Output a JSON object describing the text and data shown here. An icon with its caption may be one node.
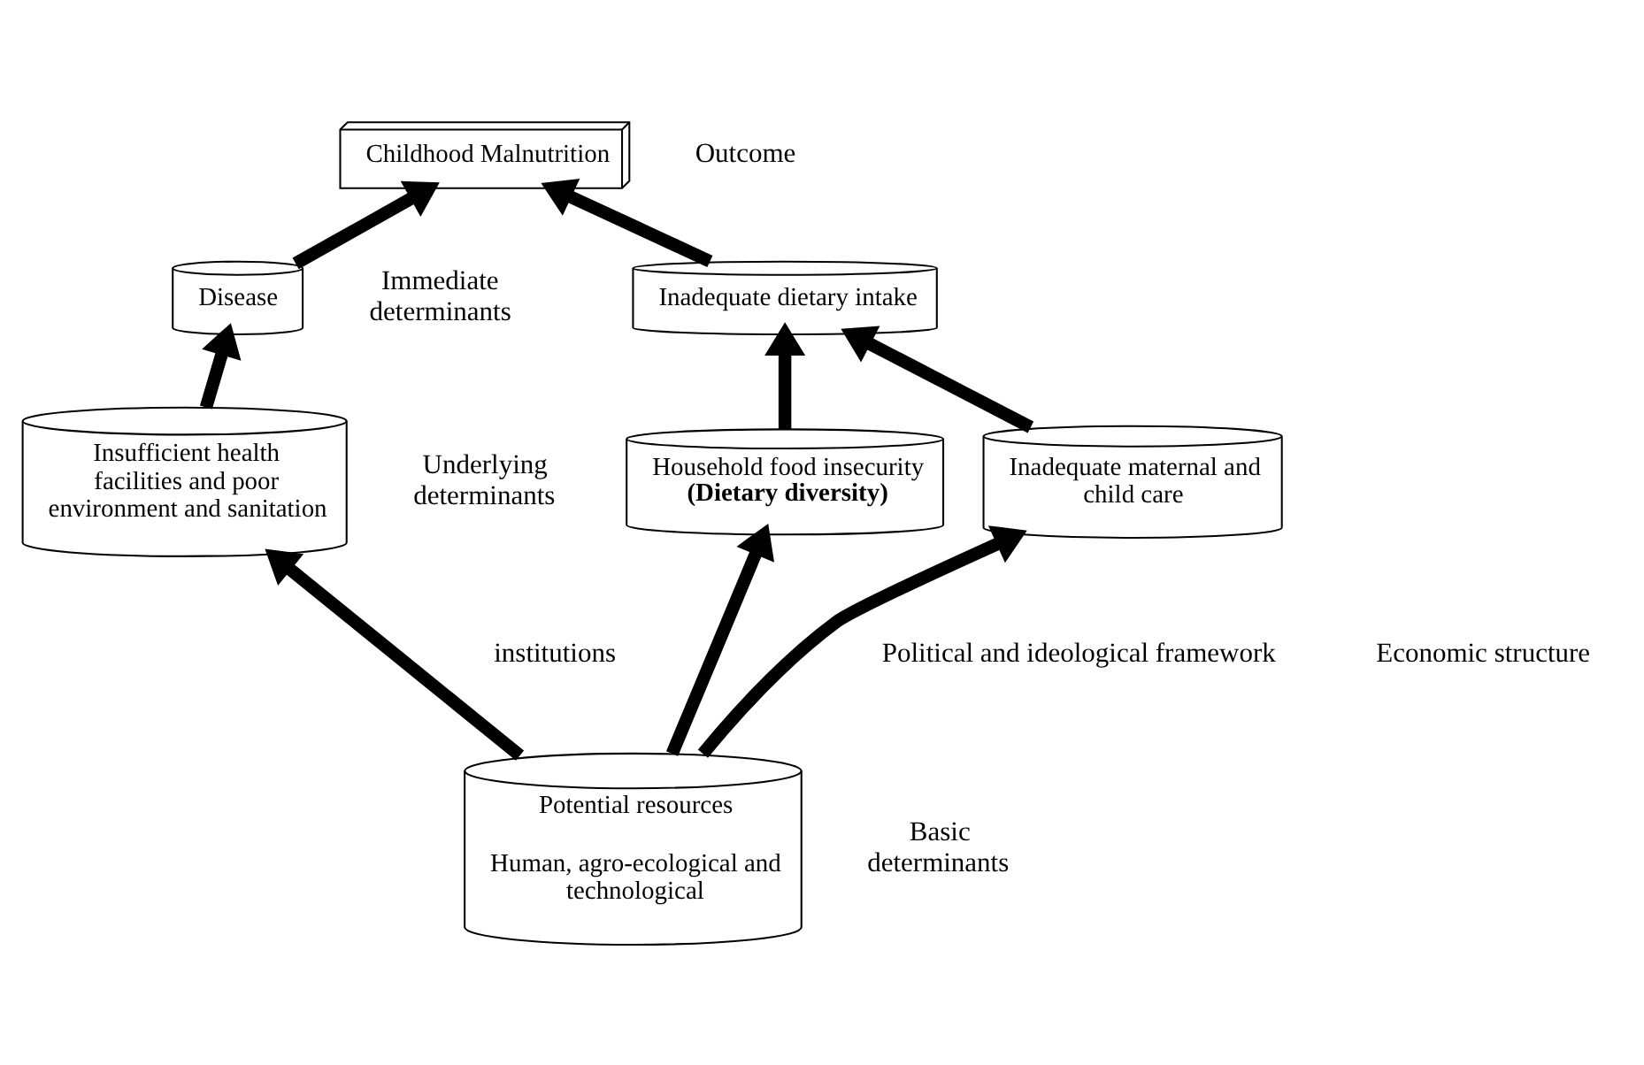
{
  "diagram": {
    "nodes": [
      {
        "text": [
          "Childhood Malnutrition"
        ]
      },
      {
        "text": [
          "Inadequate dietary intake"
        ]
      },
      {
        "text": [
          "Disease"
        ]
      },
      {
        "text": [
          "Household food insecurity **(Dietary diversity)**"
        ]
      },
      {
        "text": [
          "Inadequate maternal and child care"
        ]
      },
      {
        "text": [
          "Insufficient health facilities and poor environment and sanitation"
        ]
      },
      {
        "text": [
          "Potential resources",
          "Human, agro-ecological and technological"
        ]
      }
    ],
    "edges": [
      {
        "from": 1,
        "to": 0,
        "arrow": "to"
      },
      {
        "from": 2,
        "to": 0,
        "arrow": "to"
      },
      {
        "from": 3,
        "to": 1,
        "arrow": "to"
      },
      {
        "from": 4,
        "to": 1,
        "arrow": "to"
      },
      {
        "from": 5,
        "to": 2,
        "arrow": "to"
      },
      {
        "from": 6,
        "to": 3,
        "arrow": "to"
      },
      {
        "from": 6,
        "to": 4,
        "arrow": "to"
      },
      {
        "from": 6,
        "to": 5,
        "arrow": "to"
      }
    ],
    "labels": [
      "Outcome",
      "Immediate determinants",
      "Underlying determinants",
      "Economic structure",
      "Political and ideological framework",
      "institutions",
      "Basic determinants"
    ]
  }
}
